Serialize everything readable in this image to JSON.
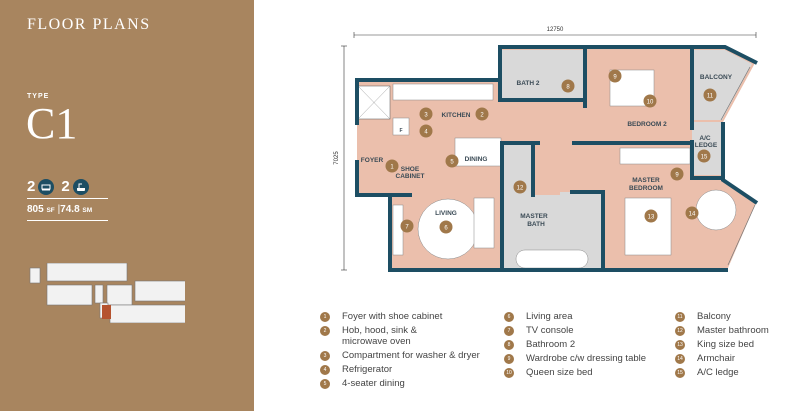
{
  "header": {
    "title": "FLOOR PLANS"
  },
  "unit": {
    "type_label": "TYPE",
    "type_name": "C1",
    "bedrooms": "2",
    "bathrooms": "2",
    "area_sf": "805",
    "sf_unit": "SF",
    "separator": "|",
    "area_sm": "74.8",
    "sm_unit": "SM"
  },
  "plan": {
    "width_dim": "12750",
    "depth_dim": "7025",
    "rooms": {
      "foyer": "FOYER",
      "shoe_cabinet_1": "SHOE",
      "shoe_cabinet_2": "CABINET",
      "kitchen": "KITCHEN",
      "dining": "DINING",
      "living": "LIVING",
      "bath2": "BATH 2",
      "bedroom2": "BEDROOM 2",
      "balcony": "BALCONY",
      "ac_1": "A/C",
      "ac_2": "LEDGE",
      "master_bedroom_1": "MASTER",
      "master_bedroom_2": "BEDROOM",
      "master_bath_1": "MASTER",
      "master_bath_2": "BATH",
      "fridge": "F"
    }
  },
  "legend": [
    {
      "num": "1",
      "label": "Foyer with shoe cabinet"
    },
    {
      "num": "2",
      "label": "Hob, hood, sink &",
      "label2": "microwave oven"
    },
    {
      "num": "3",
      "label": "Compartment for washer & dryer"
    },
    {
      "num": "4",
      "label": "Refrigerator"
    },
    {
      "num": "5",
      "label": "4-seater dining"
    },
    {
      "num": "6",
      "label": "Living area"
    },
    {
      "num": "7",
      "label": "TV console"
    },
    {
      "num": "8",
      "label": "Bathroom 2"
    },
    {
      "num": "9",
      "label": "Wardrobe c/w dressing table"
    },
    {
      "num": "10",
      "label": "Queen size bed"
    },
    {
      "num": "11",
      "label": "Balcony"
    },
    {
      "num": "12",
      "label": "Master bathroom"
    },
    {
      "num": "13",
      "label": "King size bed"
    },
    {
      "num": "14",
      "label": "Armchair"
    },
    {
      "num": "15",
      "label": "A/C ledge"
    }
  ],
  "colors": {
    "panel": "#a8855f",
    "wall": "#1d4e63",
    "floor": "#ebbfac",
    "wet": "#d9d9d9",
    "badge": "#a0784a",
    "highlight": "#b5532f"
  },
  "icons": {
    "bed": "bed-icon",
    "bath": "bathtub-icon"
  }
}
